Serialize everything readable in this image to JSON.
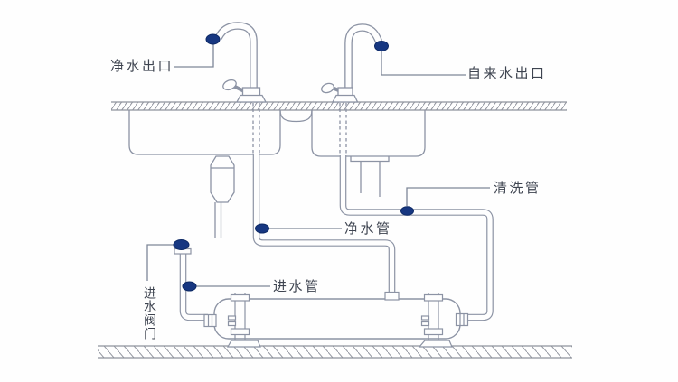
{
  "diagram": {
    "callouts": [
      {
        "id": "purified-water-outlet",
        "text": "净水出口"
      },
      {
        "id": "tap-water-outlet",
        "text": "自来水出口"
      },
      {
        "id": "flush-pipe",
        "text": "清洗管"
      },
      {
        "id": "purified-water-pipe",
        "text": "净水管"
      },
      {
        "id": "inlet-pipe",
        "text": "进水管"
      },
      {
        "id": "inlet-valve",
        "text": "进水阀门"
      }
    ]
  },
  "colors": {
    "line": "#8c93a4",
    "hatch": "#8f939d",
    "callout_line": "#7e8798",
    "marker_dot": "#173781",
    "text": "#3e4450",
    "background": "#fefefe"
  }
}
